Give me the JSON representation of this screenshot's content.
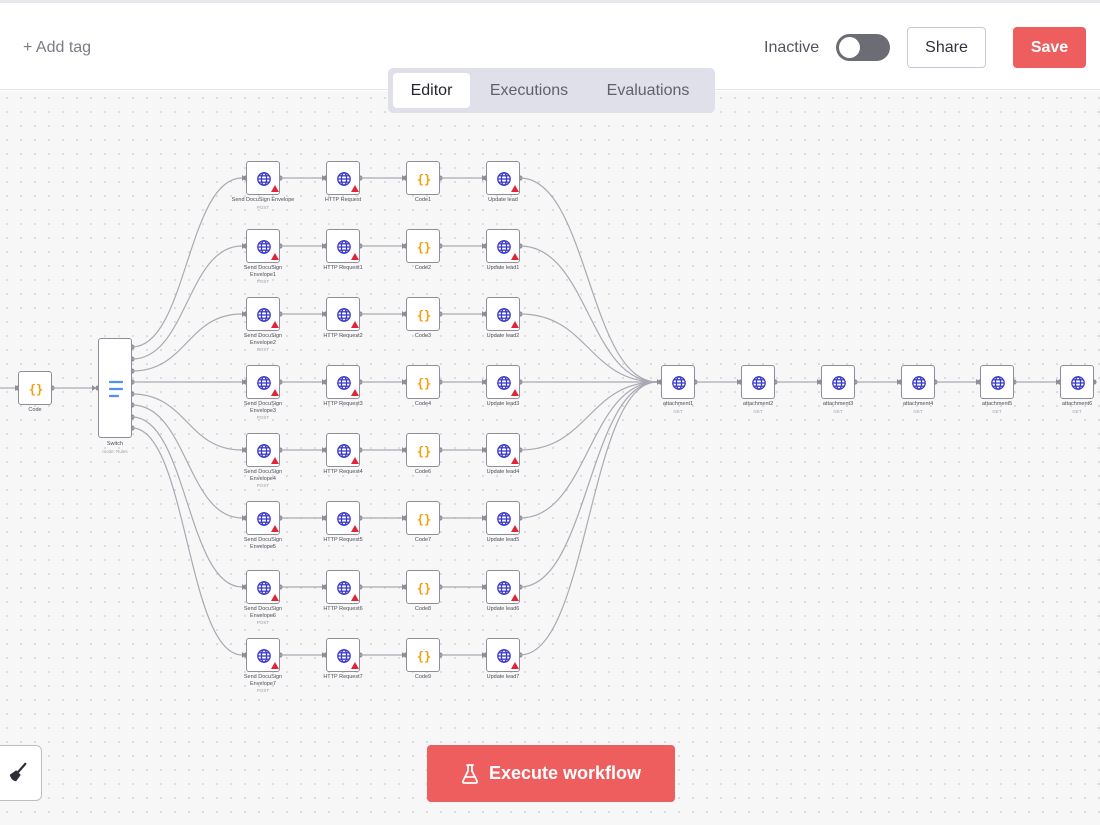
{
  "header": {
    "add_tag": "+ Add tag",
    "status_label": "Inactive",
    "active": false,
    "share_label": "Share",
    "save_label": "Save"
  },
  "tabs": [
    {
      "label": "Editor",
      "selected": true
    },
    {
      "label": "Executions",
      "selected": false
    },
    {
      "label": "Evaluations",
      "selected": false
    }
  ],
  "colors": {
    "accent": "#ee5e5e",
    "http_icon": "#3b3bc4",
    "code_icon": "#f59e0b",
    "switch_icon": "#4f8ff7",
    "warning": "#e0243a"
  },
  "workflow": {
    "code_node": {
      "label": "Code",
      "icon": "code-braces-icon"
    },
    "switch_node": {
      "label": "Switch",
      "sub": "mode: Rules",
      "icon": "switch-icon"
    },
    "branches": [
      {
        "send": [
          "Send DocuSign Envelope"
        ],
        "send_sub": "POST",
        "http": "HTTP Request",
        "code": "Code1",
        "update": "Update lead"
      },
      {
        "send": [
          "Send DocuSign",
          "Envelope1"
        ],
        "send_sub": "POST",
        "http": "HTTP Request1",
        "code": "Code2",
        "update": "Update lead1"
      },
      {
        "send": [
          "Send DocuSign",
          "Envelope2"
        ],
        "send_sub": "POST",
        "http": "HTTP Request2",
        "code": "Code3",
        "update": "Update lead2"
      },
      {
        "send": [
          "Send DocuSign",
          "Envelope3"
        ],
        "send_sub": "POST",
        "http": "HTTP Request3",
        "code": "Code4",
        "update": "Update lead3"
      },
      {
        "send": [
          "Send DocuSign",
          "Envelope4"
        ],
        "send_sub": "POST",
        "http": "HTTP Request4",
        "code": "Code6",
        "update": "Update lead4"
      },
      {
        "send": [
          "Send DocuSign",
          "Envelope5"
        ],
        "send_sub": "",
        "http": "HTTP Request5",
        "code": "Code7",
        "update": "Update lead5"
      },
      {
        "send": [
          "Send DocuSign",
          "Envelope6"
        ],
        "send_sub": "POST",
        "http": "HTTP Request6",
        "code": "Code8",
        "update": "Update lead6"
      },
      {
        "send": [
          "Send DocuSign",
          "Envelope7"
        ],
        "send_sub": "POST",
        "http": "HTTP Request7",
        "code": "Code9",
        "update": "Update lead7"
      }
    ],
    "attachments": [
      {
        "label": "attachment1",
        "sub": "GET"
      },
      {
        "label": "attachment2",
        "sub": "GET"
      },
      {
        "label": "attachment3",
        "sub": "GET"
      },
      {
        "label": "attachment4",
        "sub": "GET"
      },
      {
        "label": "attachment5",
        "sub": "GET"
      },
      {
        "label": "attachment6",
        "sub": "GET"
      }
    ]
  },
  "footer": {
    "execute_label": "Execute workflow",
    "execute_icon": "flask-icon",
    "cleanup_icon": "broom-icon"
  }
}
